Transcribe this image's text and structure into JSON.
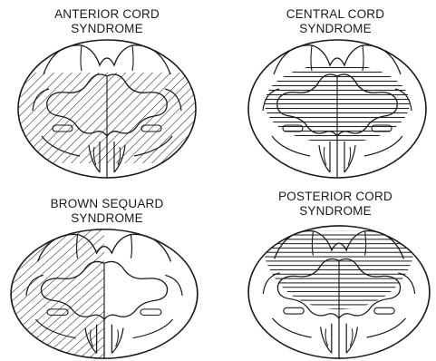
{
  "panels": [
    {
      "title_line1": "ANTERIOR CORD",
      "title_line2": "SYNDROME"
    },
    {
      "title_line1": "CENTRAL CORD",
      "title_line2": "SYNDROME"
    },
    {
      "title_line1": "BROWN SEQUARD",
      "title_line2": "SYNDROME"
    },
    {
      "title_line1": "POSTERIOR CORD",
      "title_line2": "SYNDROME"
    }
  ]
}
